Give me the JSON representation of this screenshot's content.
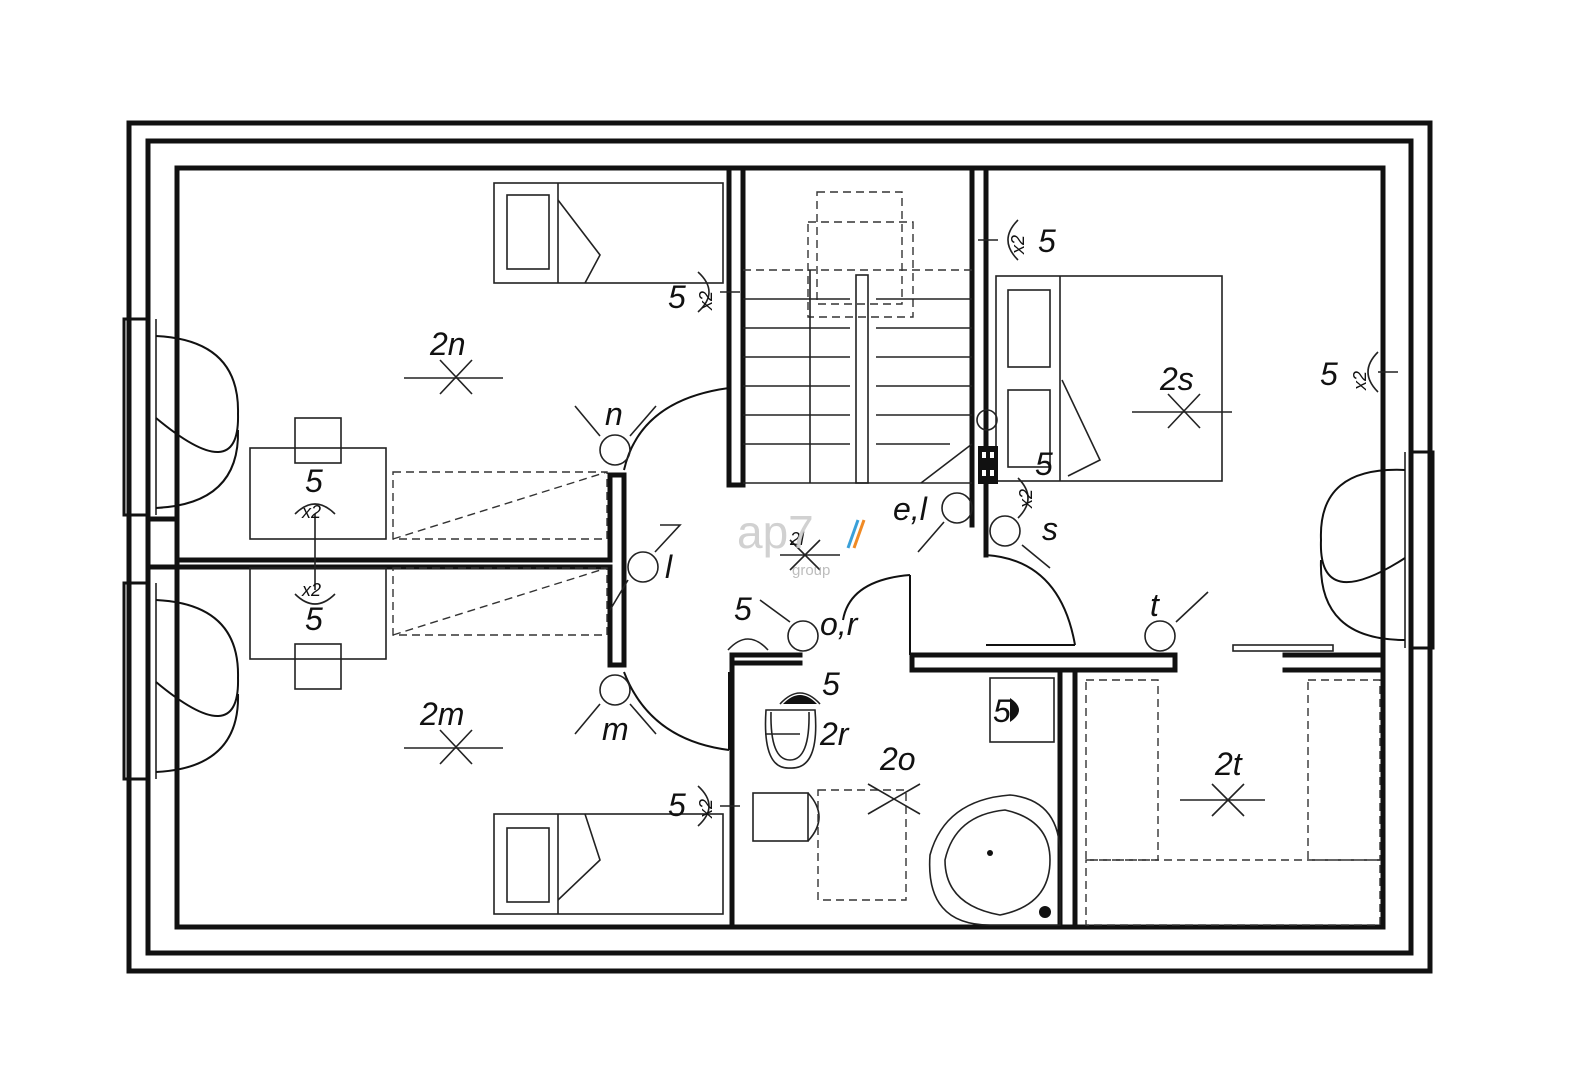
{
  "rooms": {
    "r2n": "2n",
    "r2m": "2m",
    "r2s": "2s",
    "r2o": "2o",
    "r2r": "2r",
    "r2t": "2t",
    "r2l": "2l"
  },
  "symbols": {
    "n": "n",
    "m": "m",
    "l": "l",
    "el": "e,l",
    "s": "s",
    "or": "o,r",
    "t": "t",
    "five": "5",
    "x2": "x2"
  },
  "logo": {
    "mark": "ap7",
    "sub": "group"
  }
}
